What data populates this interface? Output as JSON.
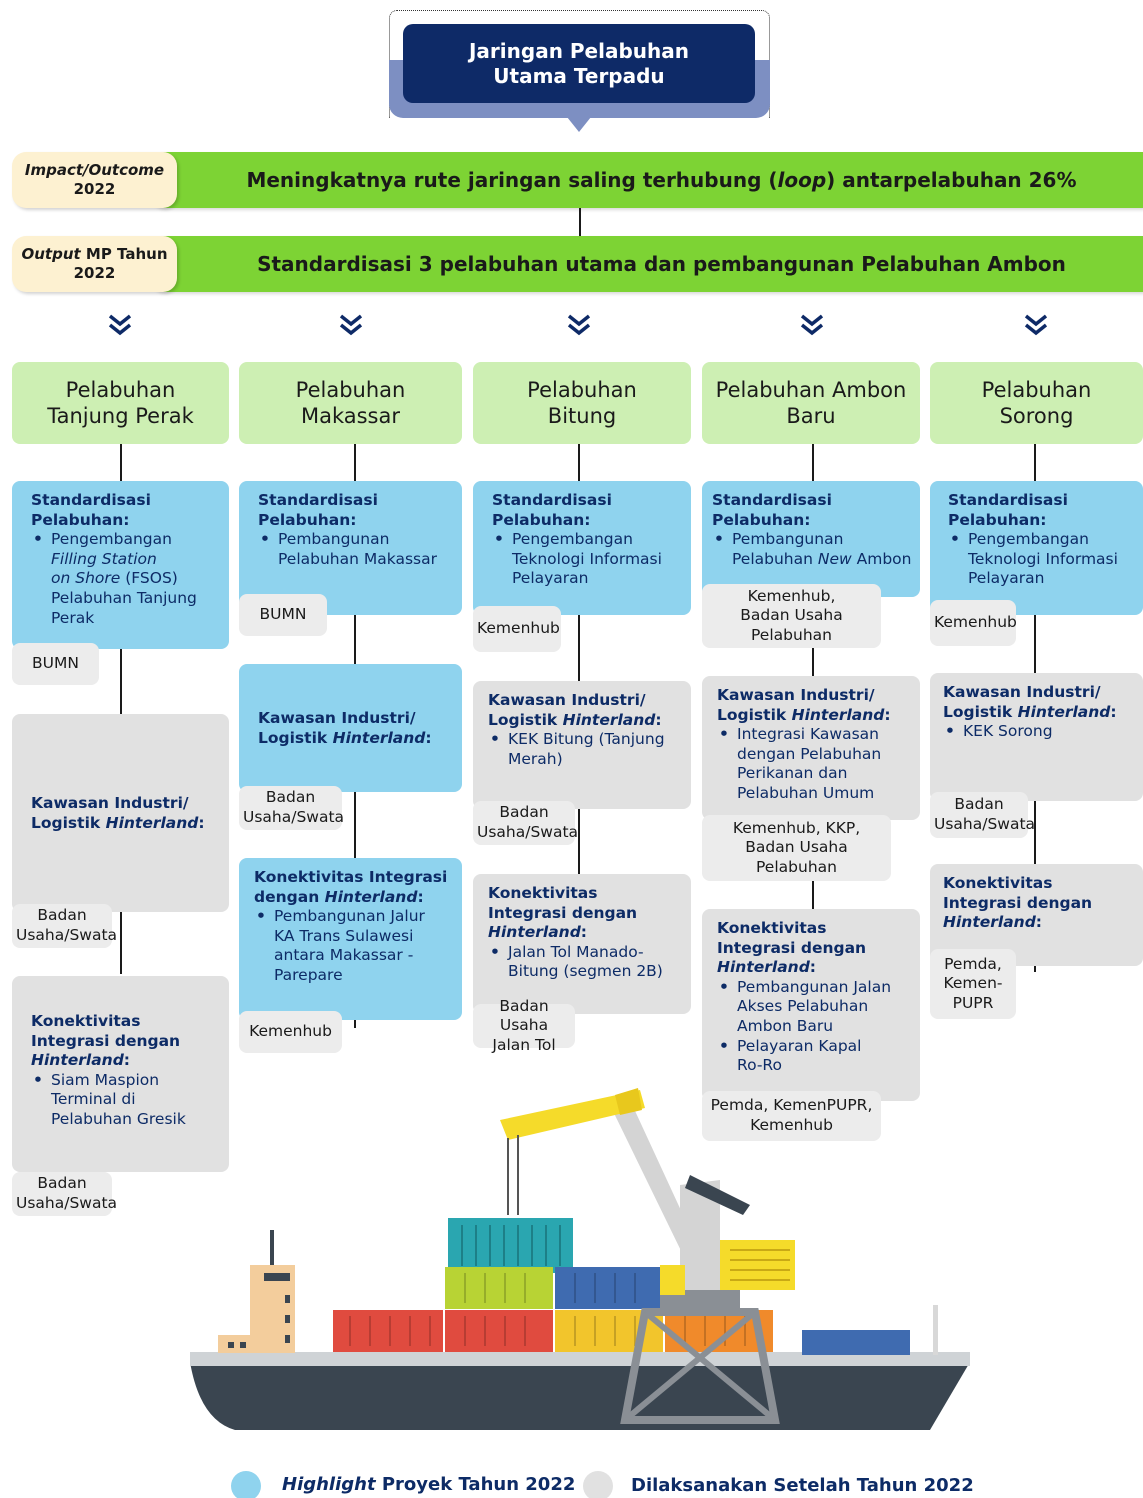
{
  "header": {
    "line1": "Jaringan Pelabuhan",
    "line2": "Utama Terpadu"
  },
  "impact": {
    "label_italic": "Impact/Outcome",
    "label_year": "2022",
    "text_before": "Meningkatnya rute jaringan saling terhubung (",
    "text_italic": "loop",
    "text_after": ") antarpelabuhan 26%"
  },
  "output": {
    "label_italic": "Output",
    "label_rest": " MP Tahun",
    "label_year": "2022",
    "text": "Standardisasi 3 pelabuhan utama dan pembangunan Pelabuhan Ambon"
  },
  "ports": [
    {
      "line1": "Pelabuhan",
      "line2": "Tanjung Perak"
    },
    {
      "line1": "Pelabuhan",
      "line2": "Makassar"
    },
    {
      "line1": "Pelabuhan",
      "line2": "Bitung"
    },
    {
      "line1": "Pelabuhan Ambon",
      "line2": "Baru"
    },
    {
      "line1": "Pelabuhan",
      "line2": "Sorong"
    }
  ],
  "common": {
    "std_title_1": "Standardisasi",
    "std_title_2": "Pelabuhan:",
    "kawasan_1": "Kawasan Industri/",
    "kawasan_2": "Logistik ",
    "hinterland": "Hinterland",
    "colon": ":",
    "konek_a": "Konektivitas Integrasi",
    "konek_b": "dengan ",
    "konek_1": "Konektivitas",
    "konek_2": "Integrasi dengan",
    "bumn": "BUMN",
    "kemenhub": "Kemenhub",
    "badan": "Badan",
    "usaha_swata": "Usaha/Swata"
  },
  "col1": {
    "std_items": [
      "Pengembangan",
      "Filling Station",
      "on Shore",
      " (FSOS)",
      "Pelabuhan Tanjung",
      "Perak"
    ],
    "konek_items": [
      "Siam Maspion",
      "Terminal di",
      "Pelabuhan Gresik"
    ]
  },
  "col2": {
    "std_items": [
      "Pembangunan",
      "Pelabuhan Makassar"
    ],
    "konek_items": [
      "Pembangunan Jalur",
      "KA Trans Sulawesi",
      "antara Makassar -",
      "Parepare"
    ]
  },
  "col3": {
    "std_items": [
      "Pengembangan",
      "Teknologi Informasi",
      "Pelayaran"
    ],
    "kawasan_items": [
      "KEK Bitung (Tanjung",
      "Merah)"
    ],
    "konek_items": [
      "Jalan Tol Manado-",
      "Bitung (segmen 2B)"
    ],
    "konek_entity": [
      "Badan Usaha",
      "Jalan Tol"
    ]
  },
  "col4": {
    "std_items": [
      "Pembangunan",
      "Pelabuhan ",
      "New",
      " Ambon"
    ],
    "std_entity": [
      "Kemenhub,",
      "Badan Usaha",
      "Pelabuhan"
    ],
    "kawasan_items": [
      "Integrasi Kawasan",
      "dengan Pelabuhan",
      "Perikanan dan",
      "Pelabuhan Umum"
    ],
    "kawasan_entity": [
      "Kemenhub, KKP,",
      "Badan Usaha",
      "Pelabuhan"
    ],
    "konek_items": [
      "Pembangunan Jalan",
      "Akses Pelabuhan",
      "Ambon Baru",
      "Pelayaran Kapal",
      "Ro-Ro"
    ],
    "konek_entity": [
      "Pemda, KemenPUPR,",
      "Kemenhub"
    ]
  },
  "col5": {
    "std_items": [
      "Pengembangan",
      "Teknologi Informasi",
      "Pelayaran"
    ],
    "kawasan_items": [
      "KEK Sorong"
    ],
    "konek_entity": [
      "Pemda,",
      "Kemen-",
      "PUPR"
    ]
  },
  "legend": {
    "item1_italic": "Highlight",
    "item1_rest": " Proyek Tahun 2022",
    "item2": "Dilaksanakan Setelah Tahun 2022",
    "color1": "#8fd3ee",
    "color2": "#e1e1e1"
  }
}
